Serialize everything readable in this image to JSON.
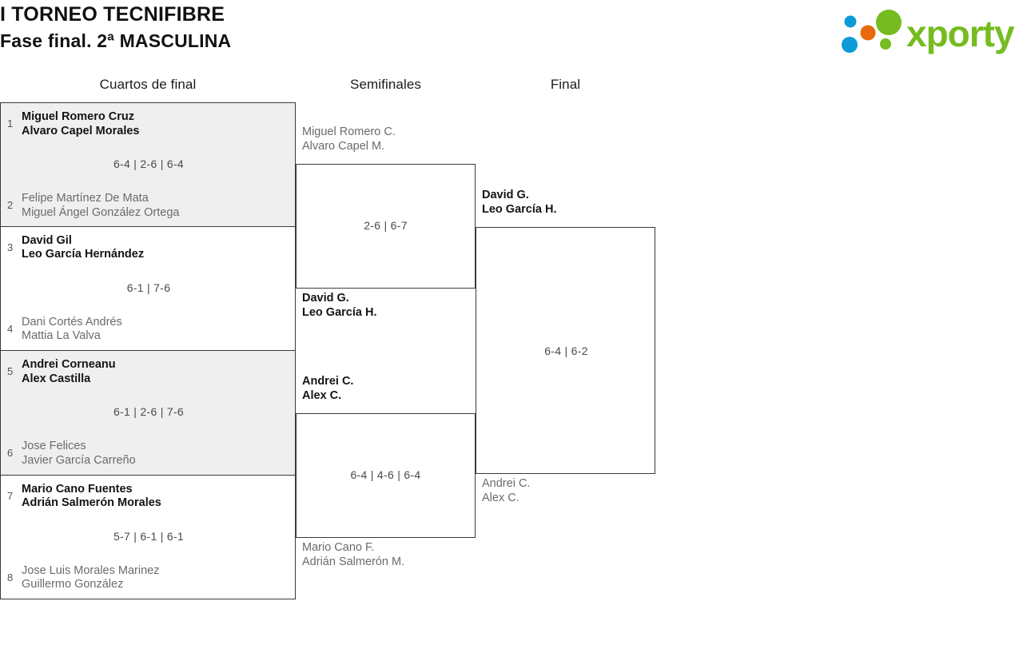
{
  "header": {
    "title_line1": "I TORNEO TECNIFIBRE",
    "title_line2": "Fase final. 2ª MASCULINA",
    "logo_text": "xporty",
    "logo_colors": {
      "green": "#76bc21",
      "blue": "#0c9ad8",
      "orange": "#e8690b"
    }
  },
  "rounds": [
    {
      "key": "quarterfinals",
      "label": "Cuartos de final"
    },
    {
      "key": "semifinals",
      "label": "Semifinales"
    },
    {
      "key": "final",
      "label": "Final"
    }
  ],
  "quarterfinals": [
    {
      "seed_top": "1",
      "top_p1": "Miguel Romero Cruz",
      "top_p2": "Alvaro Capel Morales",
      "seed_bottom": "2",
      "bottom_p1": "Felipe Martínez De Mata",
      "bottom_p2": "Miguel Ángel González Ortega",
      "score": "6-4 | 2-6 | 6-4",
      "winner": "top"
    },
    {
      "seed_top": "3",
      "top_p1": "David Gil",
      "top_p2": "Leo García Hernández",
      "seed_bottom": "4",
      "bottom_p1": "Dani Cortés Andrés",
      "bottom_p2": "Mattia La Valva",
      "score": "6-1 | 7-6",
      "winner": "top"
    },
    {
      "seed_top": "5",
      "top_p1": "Andrei Corneanu",
      "top_p2": "Alex Castilla",
      "seed_bottom": "6",
      "bottom_p1": "Jose Felices",
      "bottom_p2": "Javier García Carreño",
      "score": "6-1 | 2-6 | 7-6",
      "winner": "top"
    },
    {
      "seed_top": "7",
      "top_p1": "Mario Cano Fuentes",
      "top_p2": "Adrián Salmerón Morales",
      "seed_bottom": "8",
      "bottom_p1": "Jose Luis Morales Marinez",
      "bottom_p2": "Guillermo González",
      "score": "5-7 | 6-1 | 6-1",
      "winner": "top"
    }
  ],
  "semifinals": [
    {
      "top_p1": "Miguel Romero C.",
      "top_p2": "Alvaro Capel M.",
      "bottom_p1": "David G.",
      "bottom_p2": "Leo García H.",
      "score": "2-6 | 6-7",
      "winner": "bottom"
    },
    {
      "top_p1": "Andrei C.",
      "top_p2": "Alex C.",
      "bottom_p1": "Mario Cano F.",
      "bottom_p2": "Adrián Salmerón M.",
      "score": "6-4 | 4-6 | 6-4",
      "winner": "top"
    }
  ],
  "final": {
    "top_p1": "David G.",
    "top_p2": "Leo García H.",
    "bottom_p1": "Andrei C.",
    "bottom_p2": "Alex C.",
    "score": "6-4 | 6-2",
    "winner": "top"
  }
}
